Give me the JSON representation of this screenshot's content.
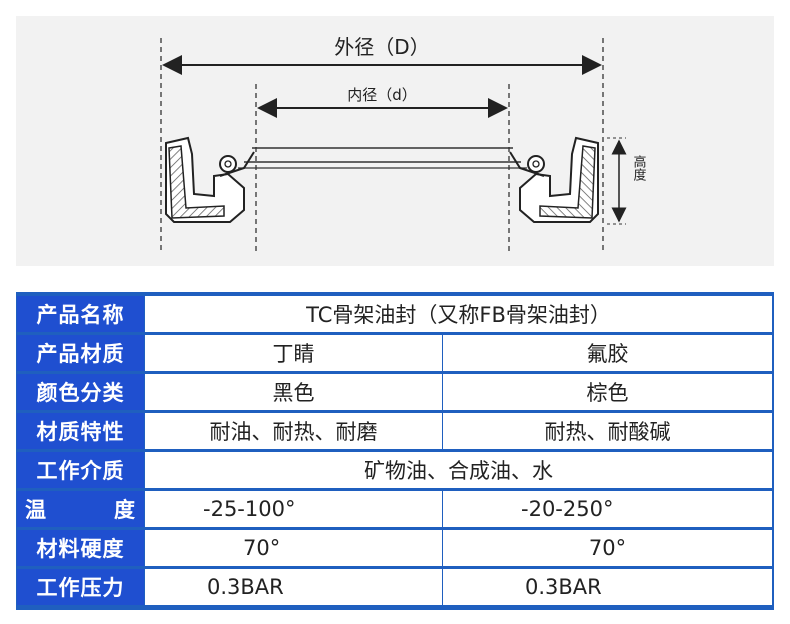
{
  "diagram": {
    "outer_label": "外径（D）",
    "inner_label": "内径（d）",
    "height_label": "高度"
  },
  "table": {
    "rows": [
      {
        "label": "产品名称",
        "value": "TC骨架油封（又称FB骨架油封）"
      },
      {
        "label": "产品材质",
        "left": "丁睛",
        "right": "氟胶"
      },
      {
        "label": "颜色分类",
        "left": "黑色",
        "right": "棕色"
      },
      {
        "label": "材质特性",
        "left": "耐油、耐热、耐磨",
        "right": "耐热、耐酸碱"
      },
      {
        "label": "工作介质",
        "value": "矿物油、合成油、水"
      },
      {
        "label_a": "温",
        "label_b": "度",
        "left": "-25-100°",
        "right": "-20-250°"
      },
      {
        "label": "材料硬度",
        "left": "70°",
        "right": "70°"
      },
      {
        "label": "工作压力",
        "left": "0.3BAR",
        "right": "0.3BAR"
      }
    ]
  },
  "colors": {
    "header_blue": "#1f4fd0",
    "border_blue": "#1f5fbf",
    "diagram_bg": "#f2f2f2"
  }
}
